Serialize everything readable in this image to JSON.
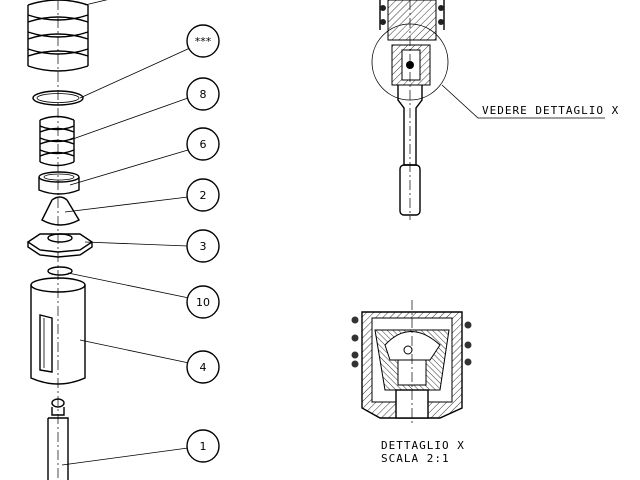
{
  "balloons": [
    {
      "id": "spring-large",
      "label": "***"
    },
    {
      "id": "spring-small",
      "label": "8"
    },
    {
      "id": "cup",
      "label": "6"
    },
    {
      "id": "cone",
      "label": "2"
    },
    {
      "id": "plate",
      "label": "3"
    },
    {
      "id": "ring",
      "label": "10"
    },
    {
      "id": "body",
      "label": "4"
    },
    {
      "id": "shaft",
      "label": "1"
    }
  ],
  "assembly": {
    "callout": "VEDERE DETTAGLIO  X"
  },
  "detail": {
    "title": "DETTAGLIO  X",
    "scale": "SCALA  2:1"
  }
}
